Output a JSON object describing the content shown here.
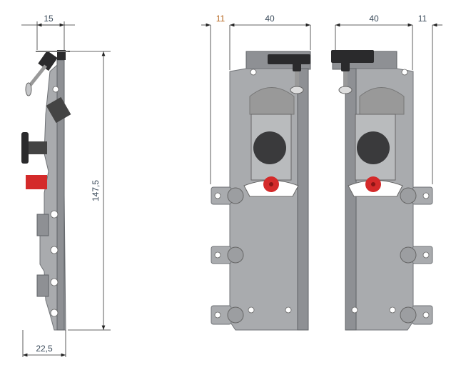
{
  "side_view": {
    "dim_top": "15",
    "dim_height": "147,5",
    "dim_bottom": "22,5"
  },
  "front_left": {
    "dim_offset": "11",
    "dim_width": "40"
  },
  "front_right": {
    "dim_width": "40",
    "dim_offset": "11"
  },
  "colors": {
    "part": "#a9abae",
    "cap": "#2a2a2c",
    "adjuster": "#d42a2a",
    "dimension_text": "#3a4a5a",
    "dimension_accent": "#b5651d"
  }
}
